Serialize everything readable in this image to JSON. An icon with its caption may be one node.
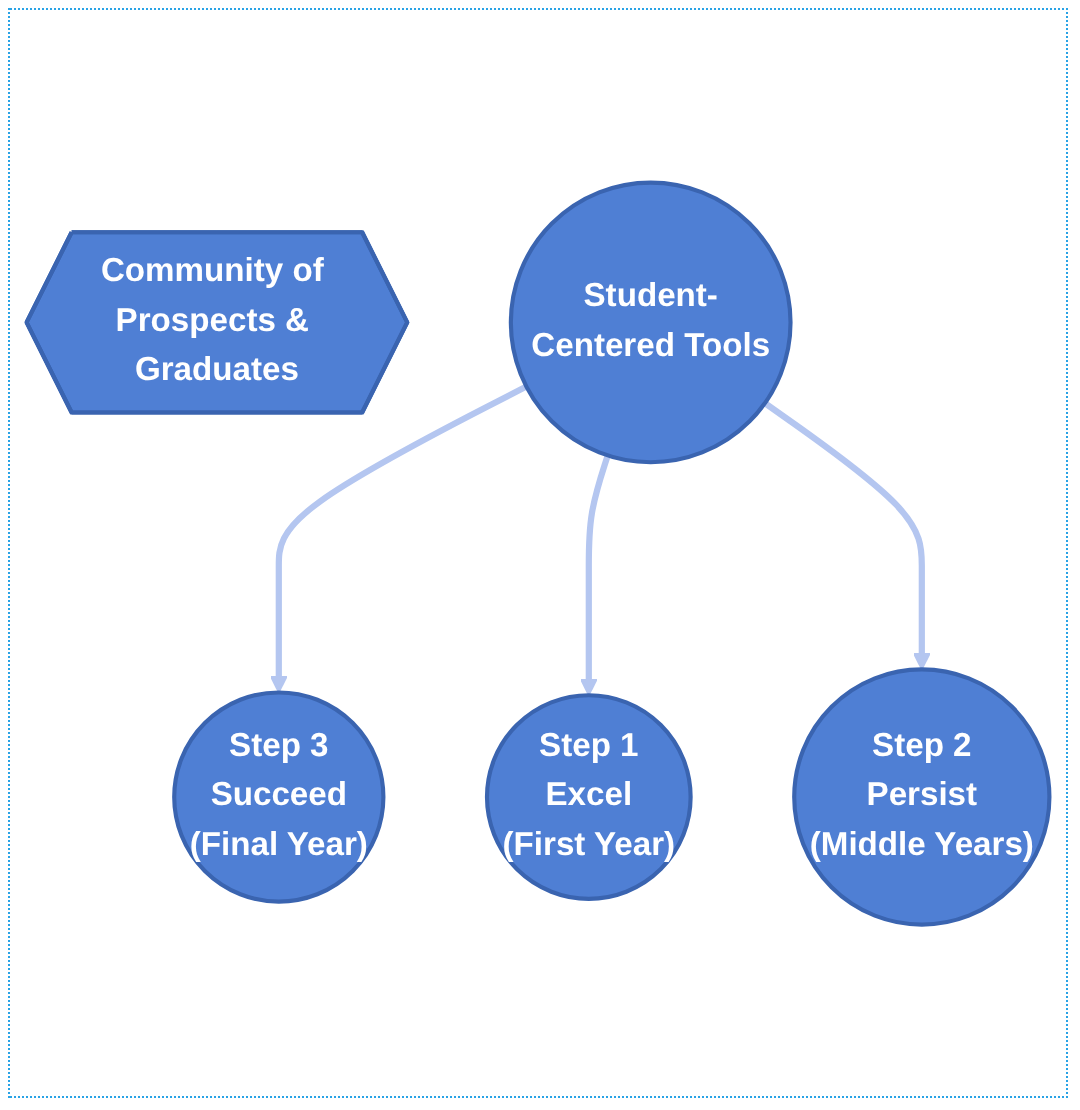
{
  "diagram": {
    "nodes": [
      {
        "text": [
          "Community of Prospects & Graduates"
        ]
      },
      {
        "text": [
          "Step 3",
          "Succeed",
          "(Final Year)"
        ]
      },
      {
        "text": [
          "Student-Centered Tools"
        ]
      },
      {
        "text": [
          "Step 1",
          "Excel",
          "(First Year)"
        ]
      },
      {
        "text": [
          "Step 2",
          "Persist",
          "(Middle Years)"
        ]
      }
    ],
    "edges": [
      {
        "from": 2,
        "to": 1,
        "arrow": "to"
      },
      {
        "from": 2,
        "to": 3,
        "arrow": "to"
      },
      {
        "from": 2,
        "to": 4,
        "arrow": "to"
      }
    ]
  }
}
